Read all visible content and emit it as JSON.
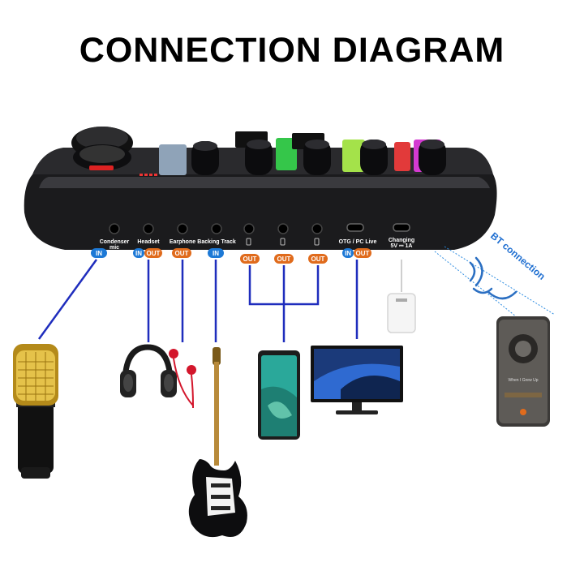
{
  "title": "CONNECTION DIAGRAM",
  "colors": {
    "in_badge": "#1d79d6",
    "out_badge": "#e06b1c",
    "wire": "#1f2dbd",
    "bt_link": "#2b8be0",
    "device_body": "#1b1b1d"
  },
  "ports": [
    {
      "label_line1": "Condenser",
      "label_line2": "mic",
      "badges": [
        "IN"
      ]
    },
    {
      "label_line1": "Headset",
      "label_line2": "",
      "badges": [
        "IN",
        "OUT"
      ]
    },
    {
      "label_line1": "Earphone",
      "label_line2": "",
      "badges": [
        "OUT"
      ]
    },
    {
      "label_line1": "Backing Track",
      "label_line2": "",
      "badges": [
        "IN"
      ]
    },
    {
      "label_line1": "",
      "label_line2": "",
      "badges": [
        "OUT"
      ]
    },
    {
      "label_line1": "",
      "label_line2": "",
      "badges": [
        "OUT"
      ]
    },
    {
      "label_line1": "",
      "label_line2": "",
      "badges": [
        "OUT"
      ]
    },
    {
      "label_line1": "OTG / PC Live",
      "label_line2": "",
      "badges": [
        "IN",
        "OUT"
      ]
    },
    {
      "label_line1": "Changing",
      "label_line2": "5V ⎓ 1A",
      "badges": []
    }
  ],
  "bt_label": "BT connection",
  "phone_song": "When I Grew Up",
  "devices": [
    "condenser-microphone",
    "headphones",
    "earphones",
    "electric-guitar",
    "smartphone",
    "pc-monitor",
    "usb-charger",
    "bluetooth-phone"
  ]
}
